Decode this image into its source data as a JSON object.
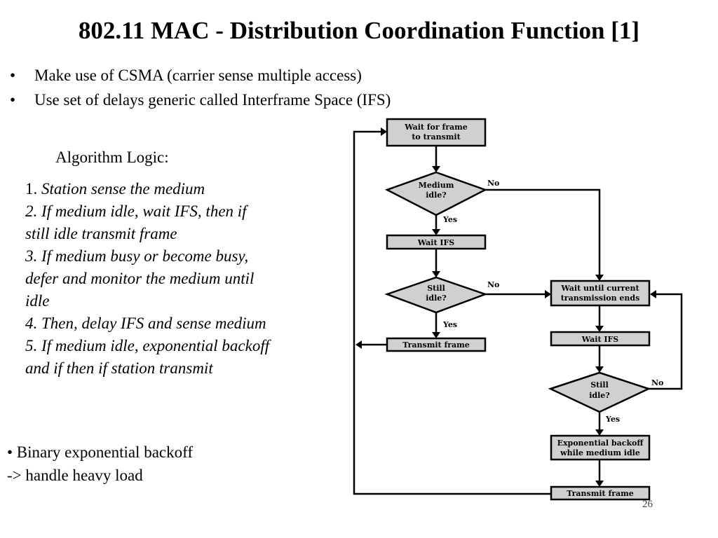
{
  "slide": {
    "title": "802.11 MAC - Distribution Coordination Function [1]",
    "bullets": [
      "Make use of CSMA (carrier sense multiple access)",
      "Use set of delays generic called Interframe Space (IFS)"
    ],
    "bullet_symbol": "•",
    "algorithm_heading": "Algorithm Logic:",
    "steps": {
      "step1_num": "1.",
      "step1_text": "Station sense the medium",
      "lines": [
        "2. If medium idle, wait IFS, then if",
        "still idle transmit frame",
        "3. If medium busy or become busy,",
        "defer and monitor the medium until",
        "idle",
        "4. Then, delay IFS and sense medium",
        "5. If medium idle, exponential backoff",
        "and if then if station transmit"
      ]
    },
    "note": {
      "line1": "• Binary exponential backoff",
      "line2": "-> handle heavy load"
    },
    "page_number": "26"
  },
  "flowchart": {
    "wait_frame": [
      "Wait for frame",
      "to transmit"
    ],
    "medium_idle": [
      "Medium",
      "idle?"
    ],
    "wait_ifs_1": "Wait IFS",
    "still_idle_1": [
      "Still",
      "idle?"
    ],
    "transmit_1": "Transmit frame",
    "wait_current": [
      "Wait until current",
      "transmission ends"
    ],
    "wait_ifs_2": "Wait IFS",
    "still_idle_2": [
      "Still",
      "idle?"
    ],
    "backoff": [
      "Exponential backoff",
      "while medium idle"
    ],
    "transmit_2": "Transmit frame",
    "no": "No",
    "yes": "Yes"
  }
}
